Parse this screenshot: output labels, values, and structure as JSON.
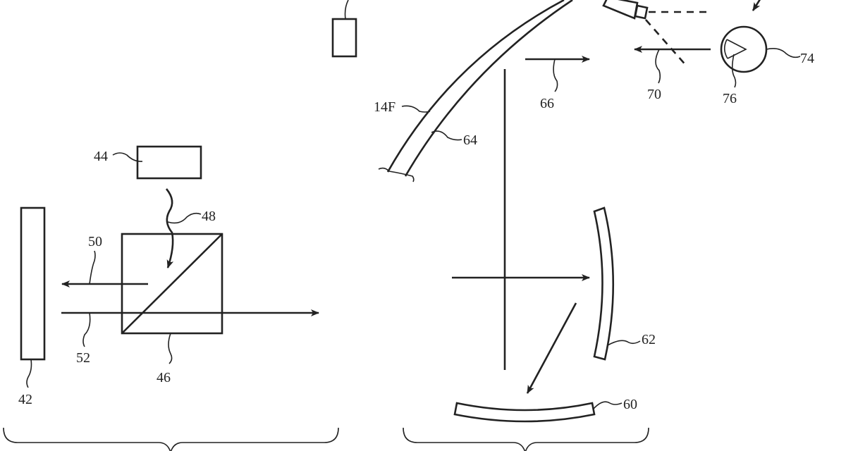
{
  "figure": {
    "labels": {
      "l14f": "14F",
      "l64": "64",
      "l66": "66",
      "l70": "70",
      "l74": "74",
      "l76": "76",
      "l62": "62",
      "l60": "60",
      "l44": "44",
      "l48": "48",
      "l50": "50",
      "l52": "52",
      "l46": "46",
      "l42": "42"
    },
    "colors": {
      "ink": "#222222",
      "background": "#ffffff"
    }
  }
}
